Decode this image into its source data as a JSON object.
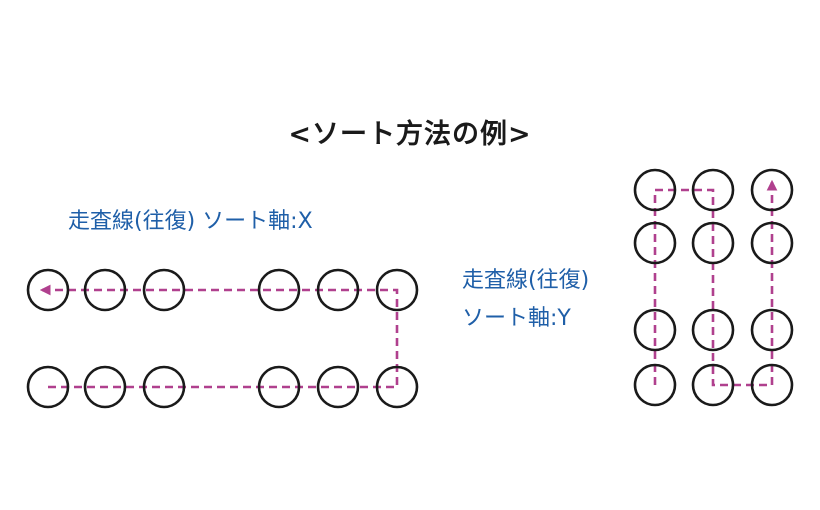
{
  "title": "<ソート方法の例>",
  "x_example": {
    "label": "走査線(往復) ソート軸:X"
  },
  "y_example": {
    "label_line1": "走査線(往復)",
    "label_line2": "ソート軸:Y"
  },
  "colors": {
    "text": "#1a1a1a",
    "label": "#1f5fa8",
    "path": "#b0408e",
    "circle": "#1a1a1a"
  }
}
